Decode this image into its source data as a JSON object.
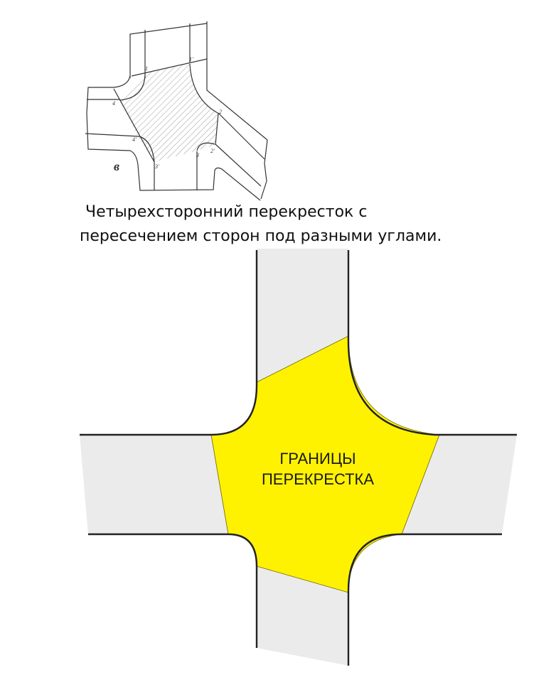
{
  "caption": {
    "line1": "Четырехсторонний перекресток с",
    "line2": "пересечением сторон под разными углами."
  },
  "sketch": {
    "figure_letter": "в",
    "points": [
      "1",
      "1'",
      "2",
      "2'",
      "3",
      "3'",
      "4",
      "4'"
    ]
  },
  "diagram": {
    "label_line1": "ГРАНИЦЫ",
    "label_line2": "ПЕРЕКРЕСТКА"
  },
  "colors": {
    "intersection": "#fff200",
    "road": "#ebebeb",
    "curb": "#222222"
  }
}
